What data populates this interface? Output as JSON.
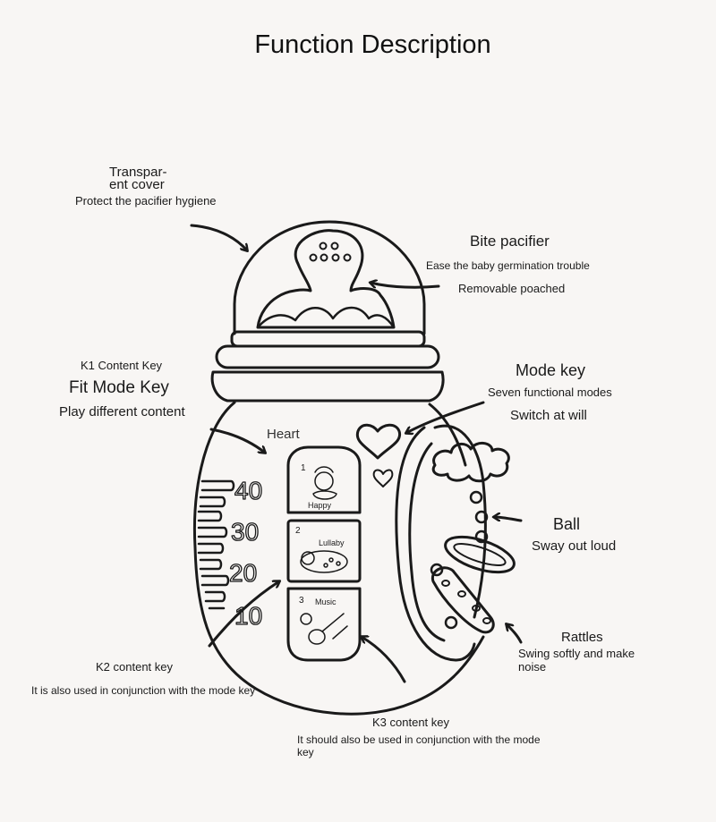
{
  "title": "Function Description",
  "callouts": {
    "cover_title": "Transpar-",
    "cover_title2": "ent cover",
    "cover_desc": "Protect the pacifier hygiene",
    "bite_title": "Bite pacifier",
    "bite_desc1": "Ease the baby germination trouble",
    "bite_desc2": "Removable poached",
    "k1_small": "K1 Content Key",
    "k1_title": "Fit Mode Key",
    "k1_desc": "Play different content",
    "mode_title": "Mode key",
    "mode_desc1": "Seven functional modes",
    "mode_desc2": "Switch at will",
    "heart": "Heart",
    "ball_title": "Ball",
    "ball_desc": "Sway out loud",
    "rattles_title": "Rattles",
    "rattles_desc1": "Swing softly and make",
    "rattles_desc2": "noise",
    "k2_title": "K2 content key",
    "k2_desc": "It is also used in conjunction with the mode key",
    "k3_title": "K3 content key",
    "k3_desc1": "It should also be used in conjunction with the mode",
    "k3_desc2": "key"
  },
  "bottle": {
    "scale_marks": [
      "40",
      "30",
      "20",
      "10"
    ],
    "key1_number": "1",
    "key1_label": "Happy",
    "key2_number": "2",
    "key2_label": "Lullaby",
    "key3_number": "3",
    "key3_label": "Music"
  },
  "colors": {
    "line": "#1a1a1a",
    "background": "#f8f6f4"
  }
}
